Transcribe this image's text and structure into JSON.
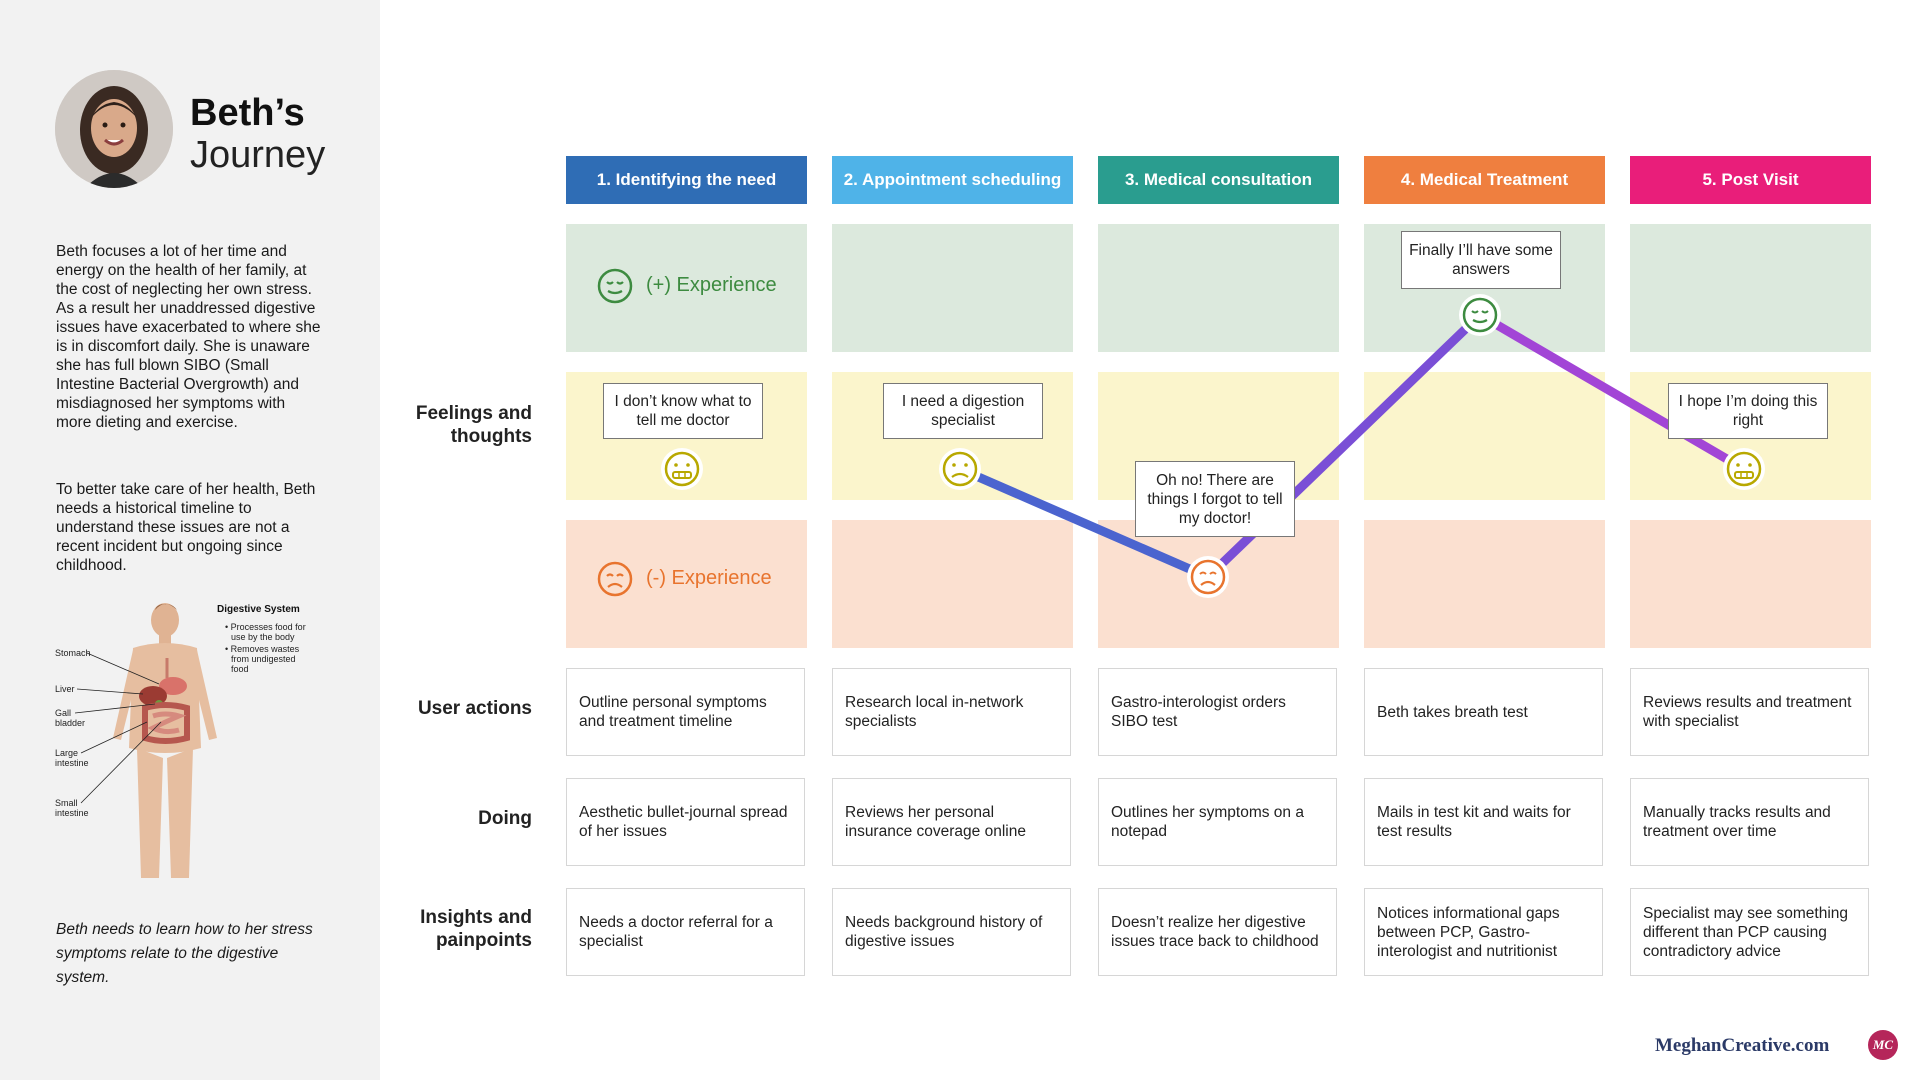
{
  "persona": {
    "name": "Beth’s",
    "title_suffix": "Journey",
    "bio_paragraphs": [
      "Beth focuses a lot of her time and energy on the health of her family, at the cost of neglecting her own stress.  As a result her unaddressed digestive issues have exacerbated to where she is in discomfort daily. She is unaware she has full blown SIBO (Small Intestine Bacterial Overgrowth) and misdiagnosed her symptoms with more dieting and exercise.",
      "To better take care of her health, Beth needs a historical timeline to understand these issues are not a recent incident but ongoing since childhood."
    ],
    "closing_note": "Beth needs to learn how to her stress symptoms relate to the digestive system."
  },
  "illustration": {
    "title": "Digestive System",
    "bullets": [
      "Processes food for use by the body",
      "Removes wastes from undigested food"
    ],
    "organ_labels": [
      "Stomach",
      "Liver",
      "Gall bladder",
      "Large intestine",
      "Small intestine"
    ]
  },
  "phases": [
    {
      "label": "1. Identifying the need",
      "color": "#2f6db5"
    },
    {
      "label": "2. Appointment scheduling",
      "color": "#4fb3e8"
    },
    {
      "label": "3. Medical consultation",
      "color": "#2a9d8f"
    },
    {
      "label": "4. Medical Treatment",
      "color": "#ef7f3f"
    },
    {
      "label": "5. Post Visit",
      "color": "#e91e7a"
    }
  ],
  "experience": {
    "positive_label": "(+) Experience",
    "negative_label": "(-) Experience",
    "colors": {
      "positive": "#3d8b40",
      "negative": "#e8742e",
      "neutral": "#c8b400"
    }
  },
  "row_labels": {
    "feelings": "Feelings and thoughts",
    "user_actions": "User actions",
    "doing": "Doing",
    "insights": "Insights and painpoints"
  },
  "journey_points": [
    {
      "phase": 1,
      "thought": "I don’t know what to tell me doctor",
      "sentiment": "neutral",
      "level": 0
    },
    {
      "phase": 2,
      "thought": "I need a digestion specialist",
      "sentiment": "neutral",
      "level": 0
    },
    {
      "phase": 3,
      "thought": "Oh no! There are things I forgot to tell my doctor!",
      "sentiment": "negative",
      "level": -1
    },
    {
      "phase": 4,
      "thought": "Finally I’ll have some answers",
      "sentiment": "positive",
      "level": 1
    },
    {
      "phase": 5,
      "thought": "I hope I’m doing this right",
      "sentiment": "neutral",
      "level": 0
    }
  ],
  "user_actions": [
    "Outline personal symptoms and treatment timeline",
    "Research local in-network specialists",
    "Gastro-interologist orders SIBO test",
    "Beth takes breath test",
    "Reviews results and treatment with specialist"
  ],
  "doing": [
    "Aesthetic bullet-journal spread of her issues",
    "Reviews her personal insurance coverage online",
    "Outlines her symptoms on a notepad",
    "Mails in test kit and waits for test results",
    "Manually tracks results and treatment over time"
  ],
  "insights": [
    "Needs a doctor referral for a specialist",
    "Needs background history of digestive issues",
    "Doesn’t realize her digestive issues trace back to childhood",
    "Notices informational gaps between PCP, Gastro-interologist and nutritionist",
    "Specialist may see something different than PCP causing contradictory advice"
  ],
  "footer": {
    "brand": "MeghanCreative.com",
    "logo_text": "MC"
  }
}
